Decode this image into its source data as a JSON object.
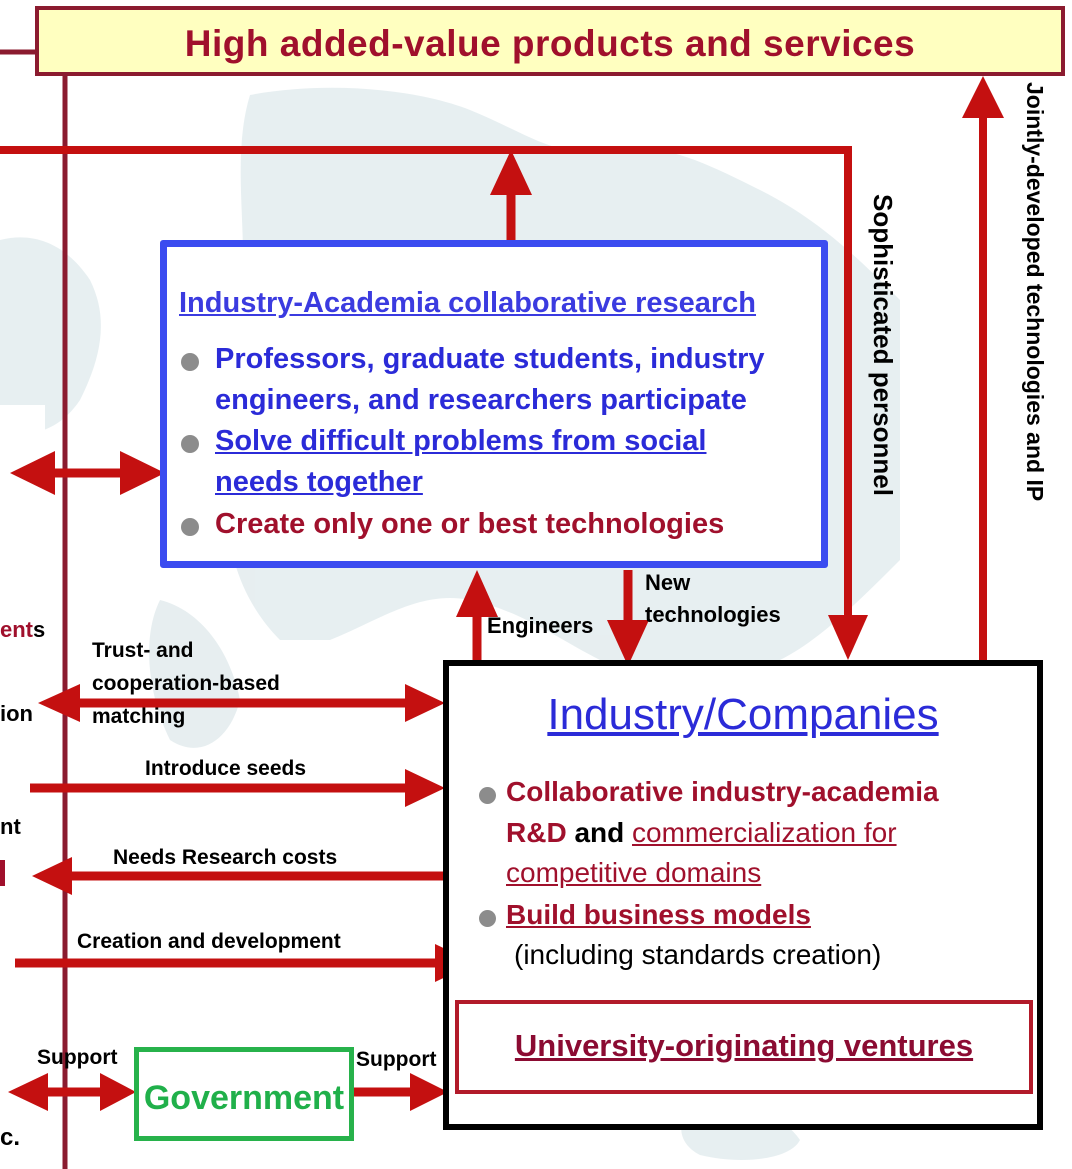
{
  "banner": {
    "title": "High added-value products and services"
  },
  "collab": {
    "title": "Industry-Academia collaborative research",
    "b1_line1": "Professors, graduate students, industry",
    "b1_line2": "engineers, and researchers participate",
    "b2_line1": "Solve difficult problems from social",
    "b2_line2": "needs together",
    "b3": "Create only one or best technologies"
  },
  "industry": {
    "title": "Industry/Companies",
    "b1_red": "Collaborative industry-academia",
    "b1_rd": "R&D",
    "b1_and": " and ",
    "b1_link1": "commercialization for",
    "b1_link2": "competitive domains",
    "b2": "Build business models",
    "b2_sub": "(including standards creation)",
    "ventures": "University-originating ventures"
  },
  "government": {
    "label": "Government"
  },
  "labels": {
    "sophisticated": "Sophisticated personnel",
    "jointly": "Jointly-developed technologies and IP",
    "new_tech_1": "New",
    "new_tech_2": "technologies",
    "engineers": "Engineers",
    "trust_1": "Trust- and",
    "trust_2": "cooperation-based",
    "trust_3": "matching",
    "introduce": "Introduce seeds",
    "needs": "Needs Research costs",
    "creation": "Creation and development",
    "support_left": "Support",
    "support_right": "Support"
  },
  "left_fragments": {
    "ents_red": "ent",
    "ents_s": "s",
    "ion": "ion",
    "nt": "nt",
    "c": "c."
  },
  "colors": {
    "dark_red": "#a0102c",
    "arrow_red": "#c41010",
    "blue": "#3b4cf0",
    "green": "#27b24b",
    "banner_bg": "#ffffc0"
  }
}
